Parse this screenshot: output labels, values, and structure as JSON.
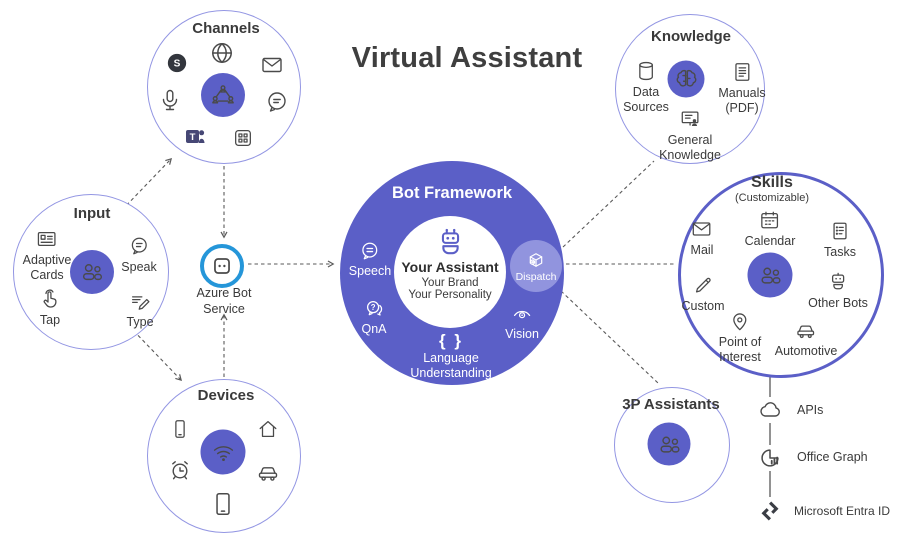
{
  "title": "Virtual Assistant",
  "channels": {
    "title": "Channels",
    "icons": [
      "globe-icon",
      "skype-icon",
      "mail-icon",
      "microphone-icon",
      "chat-bubble-icon",
      "teams-icon",
      "app-grid-icon"
    ],
    "hub_icon": "network-people-icon"
  },
  "input": {
    "title": "Input",
    "hub_icon": "people-icon",
    "items": [
      {
        "label": "Adaptive\nCards",
        "icon": "adaptive-cards-icon"
      },
      {
        "label": "Speak",
        "icon": "speak-bubble-icon"
      },
      {
        "label": "Tap",
        "icon": "tap-icon"
      },
      {
        "label": "Type",
        "icon": "type-icon"
      }
    ]
  },
  "devices": {
    "title": "Devices",
    "icons": [
      "smartphone-icon",
      "home-icon",
      "alarm-clock-icon",
      "car-icon",
      "tablet-icon"
    ],
    "hub_icon": "wifi-icon"
  },
  "azure_bot_service": {
    "label": "Azure Bot\nService",
    "icon": "azure-bot-icon"
  },
  "bot_framework": {
    "title": "Bot Framework",
    "center": {
      "icon": "robot-icon",
      "title": "Your Assistant",
      "line1": "Your Brand",
      "line2": "Your Personality"
    },
    "language_braces": "{ }",
    "features": [
      {
        "label": "Speech",
        "icon": "speech-bubble-icon"
      },
      {
        "label": "QnA",
        "icon": "qna-icon"
      },
      {
        "label": "Vision",
        "icon": "vision-icon"
      },
      {
        "label": "Language\nUnderstanding",
        "icon": "braces-icon"
      }
    ],
    "dispatch": {
      "label": "Dispatch",
      "icon": "dispatch-box-icon"
    }
  },
  "knowledge": {
    "title": "Knowledge",
    "hub_icon": "brain-icon",
    "items": [
      {
        "label": "Data\nSources",
        "icon": "database-icon"
      },
      {
        "label": "Manuals\n(PDF)",
        "icon": "manuals-icon"
      },
      {
        "label": "General\nKnowledge",
        "icon": "general-knowledge-icon"
      }
    ]
  },
  "skills": {
    "title": "Skills",
    "subtitle": "(Customizable)",
    "hub_icon": "people-icon",
    "items": [
      {
        "label": "Mail",
        "icon": "mail-icon"
      },
      {
        "label": "Calendar",
        "icon": "calendar-icon"
      },
      {
        "label": "Tasks",
        "icon": "tasks-icon"
      },
      {
        "label": "Custom",
        "icon": "custom-pencil-icon"
      },
      {
        "label": "Other Bots",
        "icon": "other-bots-icon"
      },
      {
        "label": "Point of\nInterest",
        "icon": "point-of-interest-icon"
      },
      {
        "label": "Automotive",
        "icon": "automotive-icon"
      }
    ]
  },
  "assistants_3p": {
    "title": "3P Assistants",
    "hub_icon": "people-icon"
  },
  "services": {
    "items": [
      {
        "label": "APIs",
        "icon": "cloud-icon"
      },
      {
        "label": "Office Graph",
        "icon": "office-graph-icon"
      },
      {
        "label": "Microsoft Entra ID",
        "icon": "entra-id-icon"
      }
    ]
  },
  "colors": {
    "purple": "#5b5fc7",
    "dispatch_purple": "#9194de",
    "outline_purple": "#9396e3",
    "azure_blue": "#2596d9",
    "text_dark": "#3a3a3a"
  }
}
